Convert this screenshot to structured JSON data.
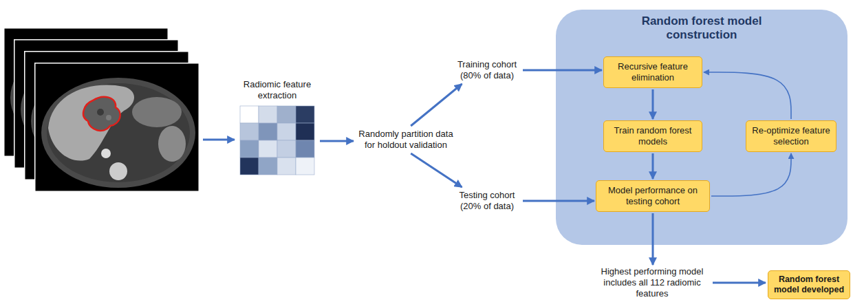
{
  "diagram": {
    "nodes": [
      {
        "text": [
          "Radiomic feature extraction"
        ]
      },
      {
        "text": [
          "Randomly partition data for holdout validation"
        ]
      },
      {
        "text": [
          "Training cohort (80% of data)"
        ]
      },
      {
        "text": [
          "Testing cohort (20% of data)"
        ]
      },
      {
        "text": [
          "Random forest model construction"
        ]
      },
      {
        "text": [
          "Recursive feature elimination"
        ],
        "in": 4
      },
      {
        "text": [
          "Train random forest models"
        ],
        "in": 4
      },
      {
        "text": [
          "Re-optimize feature selection"
        ],
        "in": 4
      },
      {
        "text": [
          "Model performance on testing cohort"
        ],
        "in": 4
      },
      {
        "text": [
          "Highest performing model includes all 112 radiomic features"
        ]
      },
      {
        "text": [
          "Random forest model developed"
        ]
      }
    ],
    "edges": [
      {
        "from": 0,
        "to": 1,
        "arrow": "to"
      },
      {
        "from": 1,
        "to": 2,
        "arrow": "to"
      },
      {
        "from": 1,
        "to": 3,
        "arrow": "to"
      },
      {
        "from": 2,
        "to": 5,
        "arrow": "to"
      },
      {
        "from": 5,
        "to": 6,
        "arrow": "to"
      },
      {
        "from": 6,
        "to": 8,
        "arrow": "to"
      },
      {
        "from": 3,
        "to": 8,
        "arrow": "to"
      },
      {
        "from": 8,
        "to": 7,
        "arrow": "to"
      },
      {
        "from": 7,
        "to": 5,
        "arrow": "to"
      },
      {
        "from": 8,
        "to": 9,
        "arrow": "to"
      },
      {
        "from": 9,
        "to": 10,
        "arrow": "to"
      }
    ]
  }
}
